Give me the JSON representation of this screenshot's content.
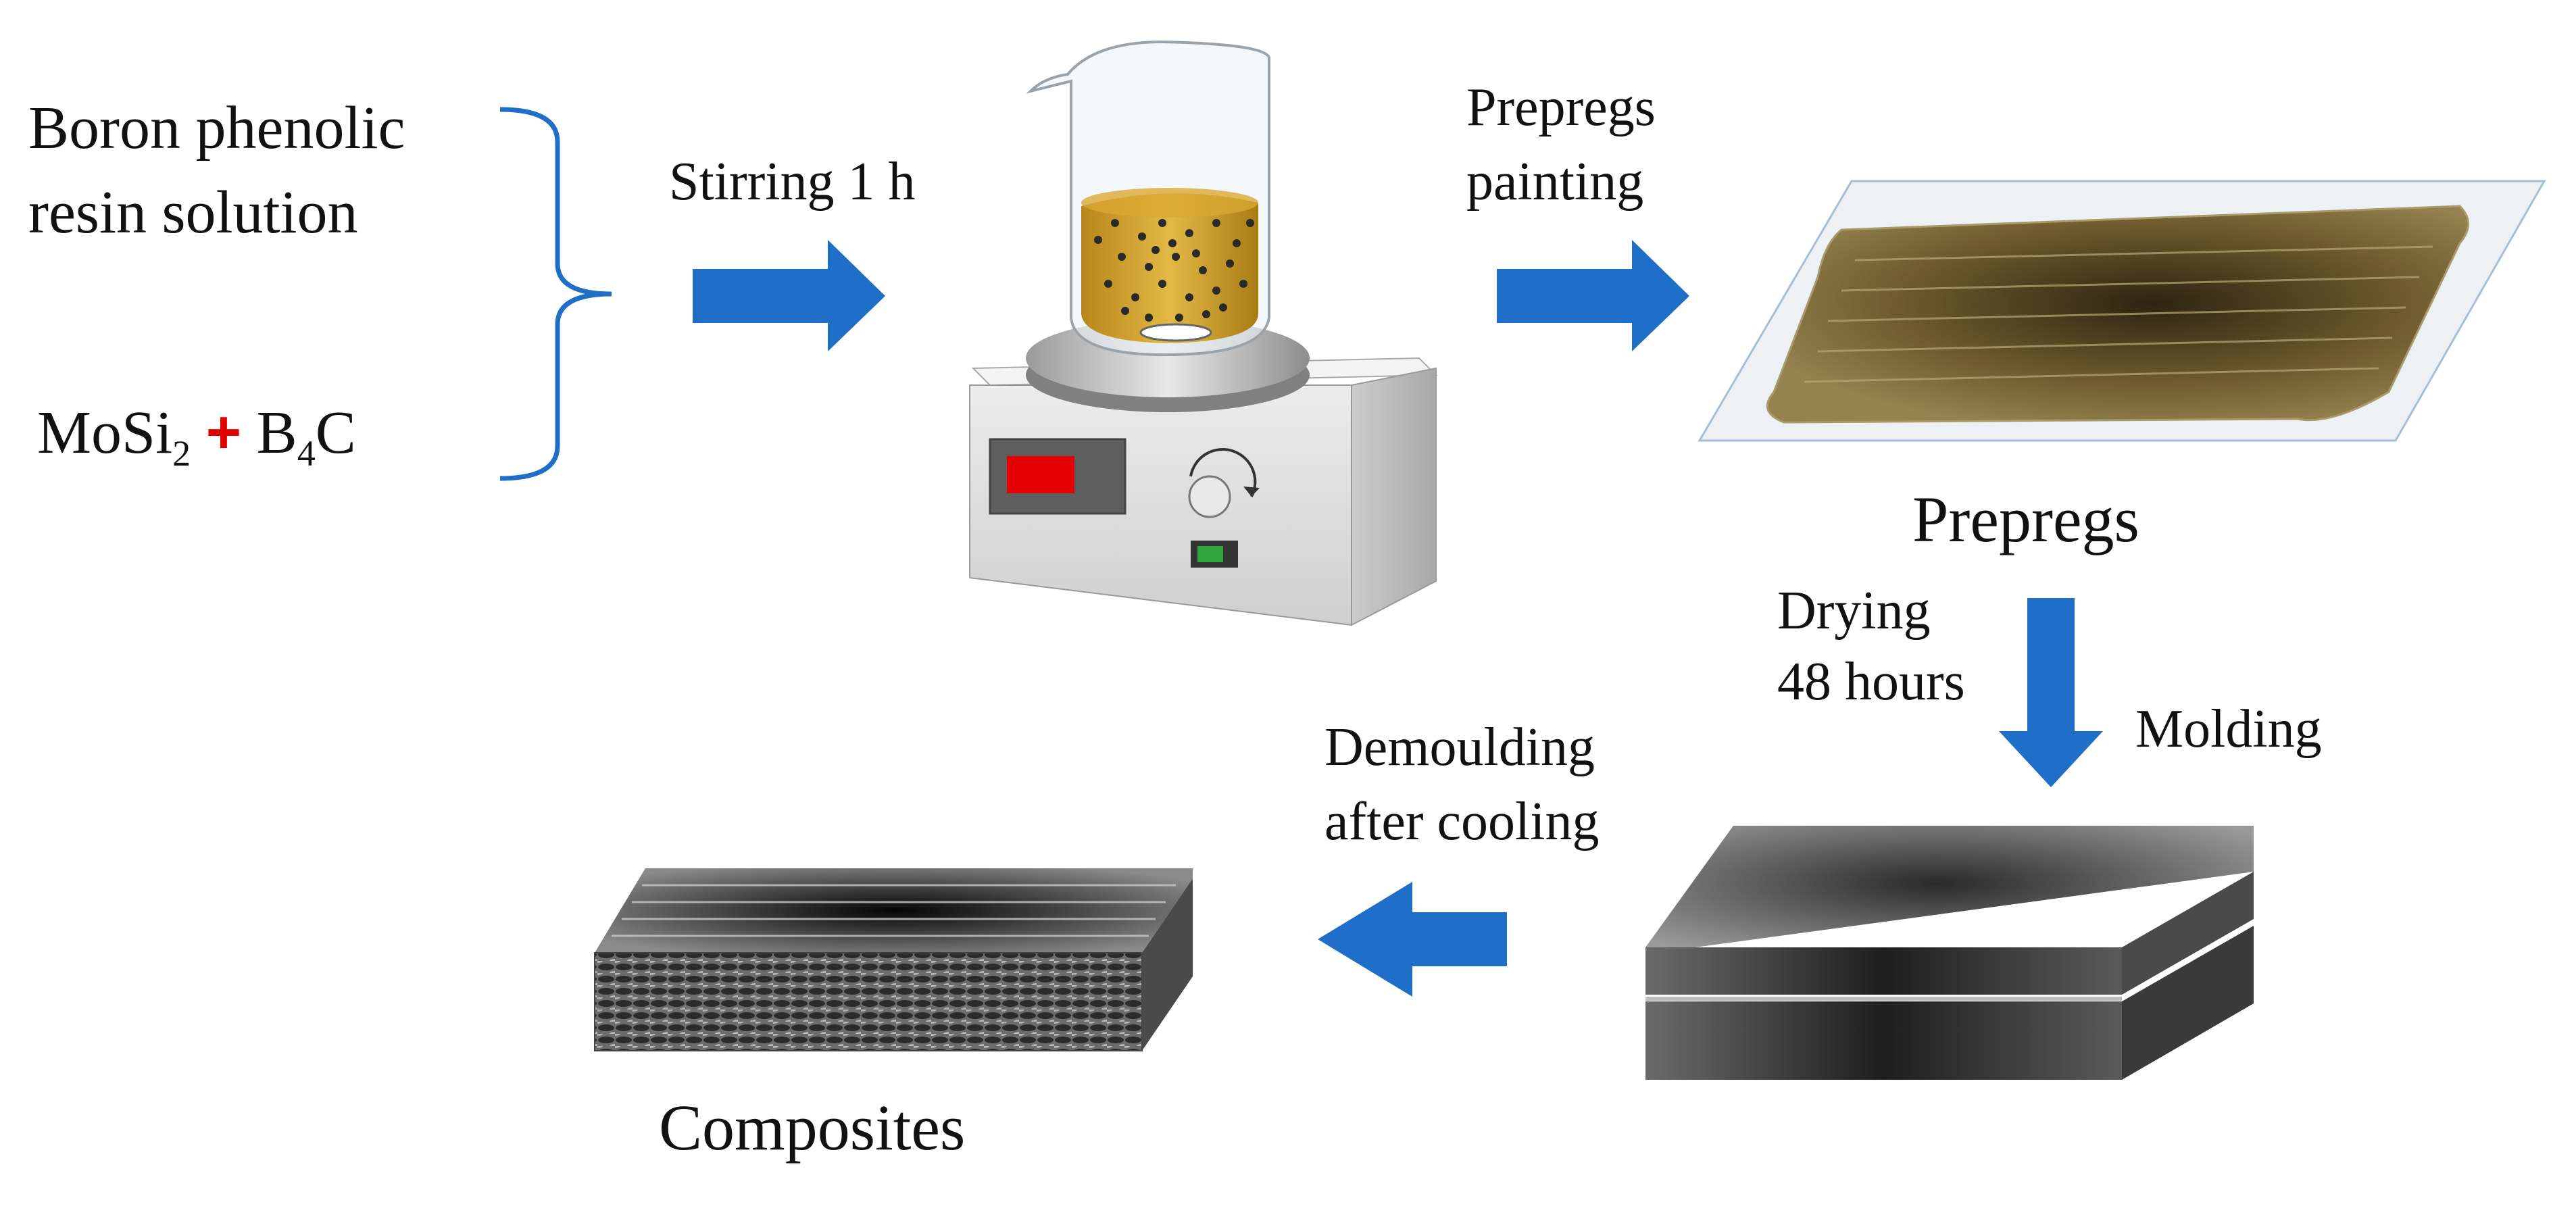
{
  "inputs": {
    "resin_line1": "Boron phenolic",
    "resin_line2": "resin solution",
    "mosi": "MoSi",
    "mosi_sub": "2",
    "plus": "+",
    "b": "B",
    "b_sub": "4",
    "c": "C"
  },
  "steps": {
    "stirring": "Stirring 1 h",
    "painting_line1": "Prepregs",
    "painting_line2": "painting",
    "drying_line1": "Drying",
    "drying_line2": "48 hours",
    "molding": "Molding",
    "demoulding_line1": "Demoulding",
    "demoulding_line2": "after cooling"
  },
  "products": {
    "prepregs": "Prepregs",
    "composites": "Composites"
  },
  "colors": {
    "arrow": "#1f6fc8",
    "brace": "#1f6fc8",
    "plus": "#e00000",
    "resin": "#c99a28",
    "prepreg": "#7a6633"
  }
}
